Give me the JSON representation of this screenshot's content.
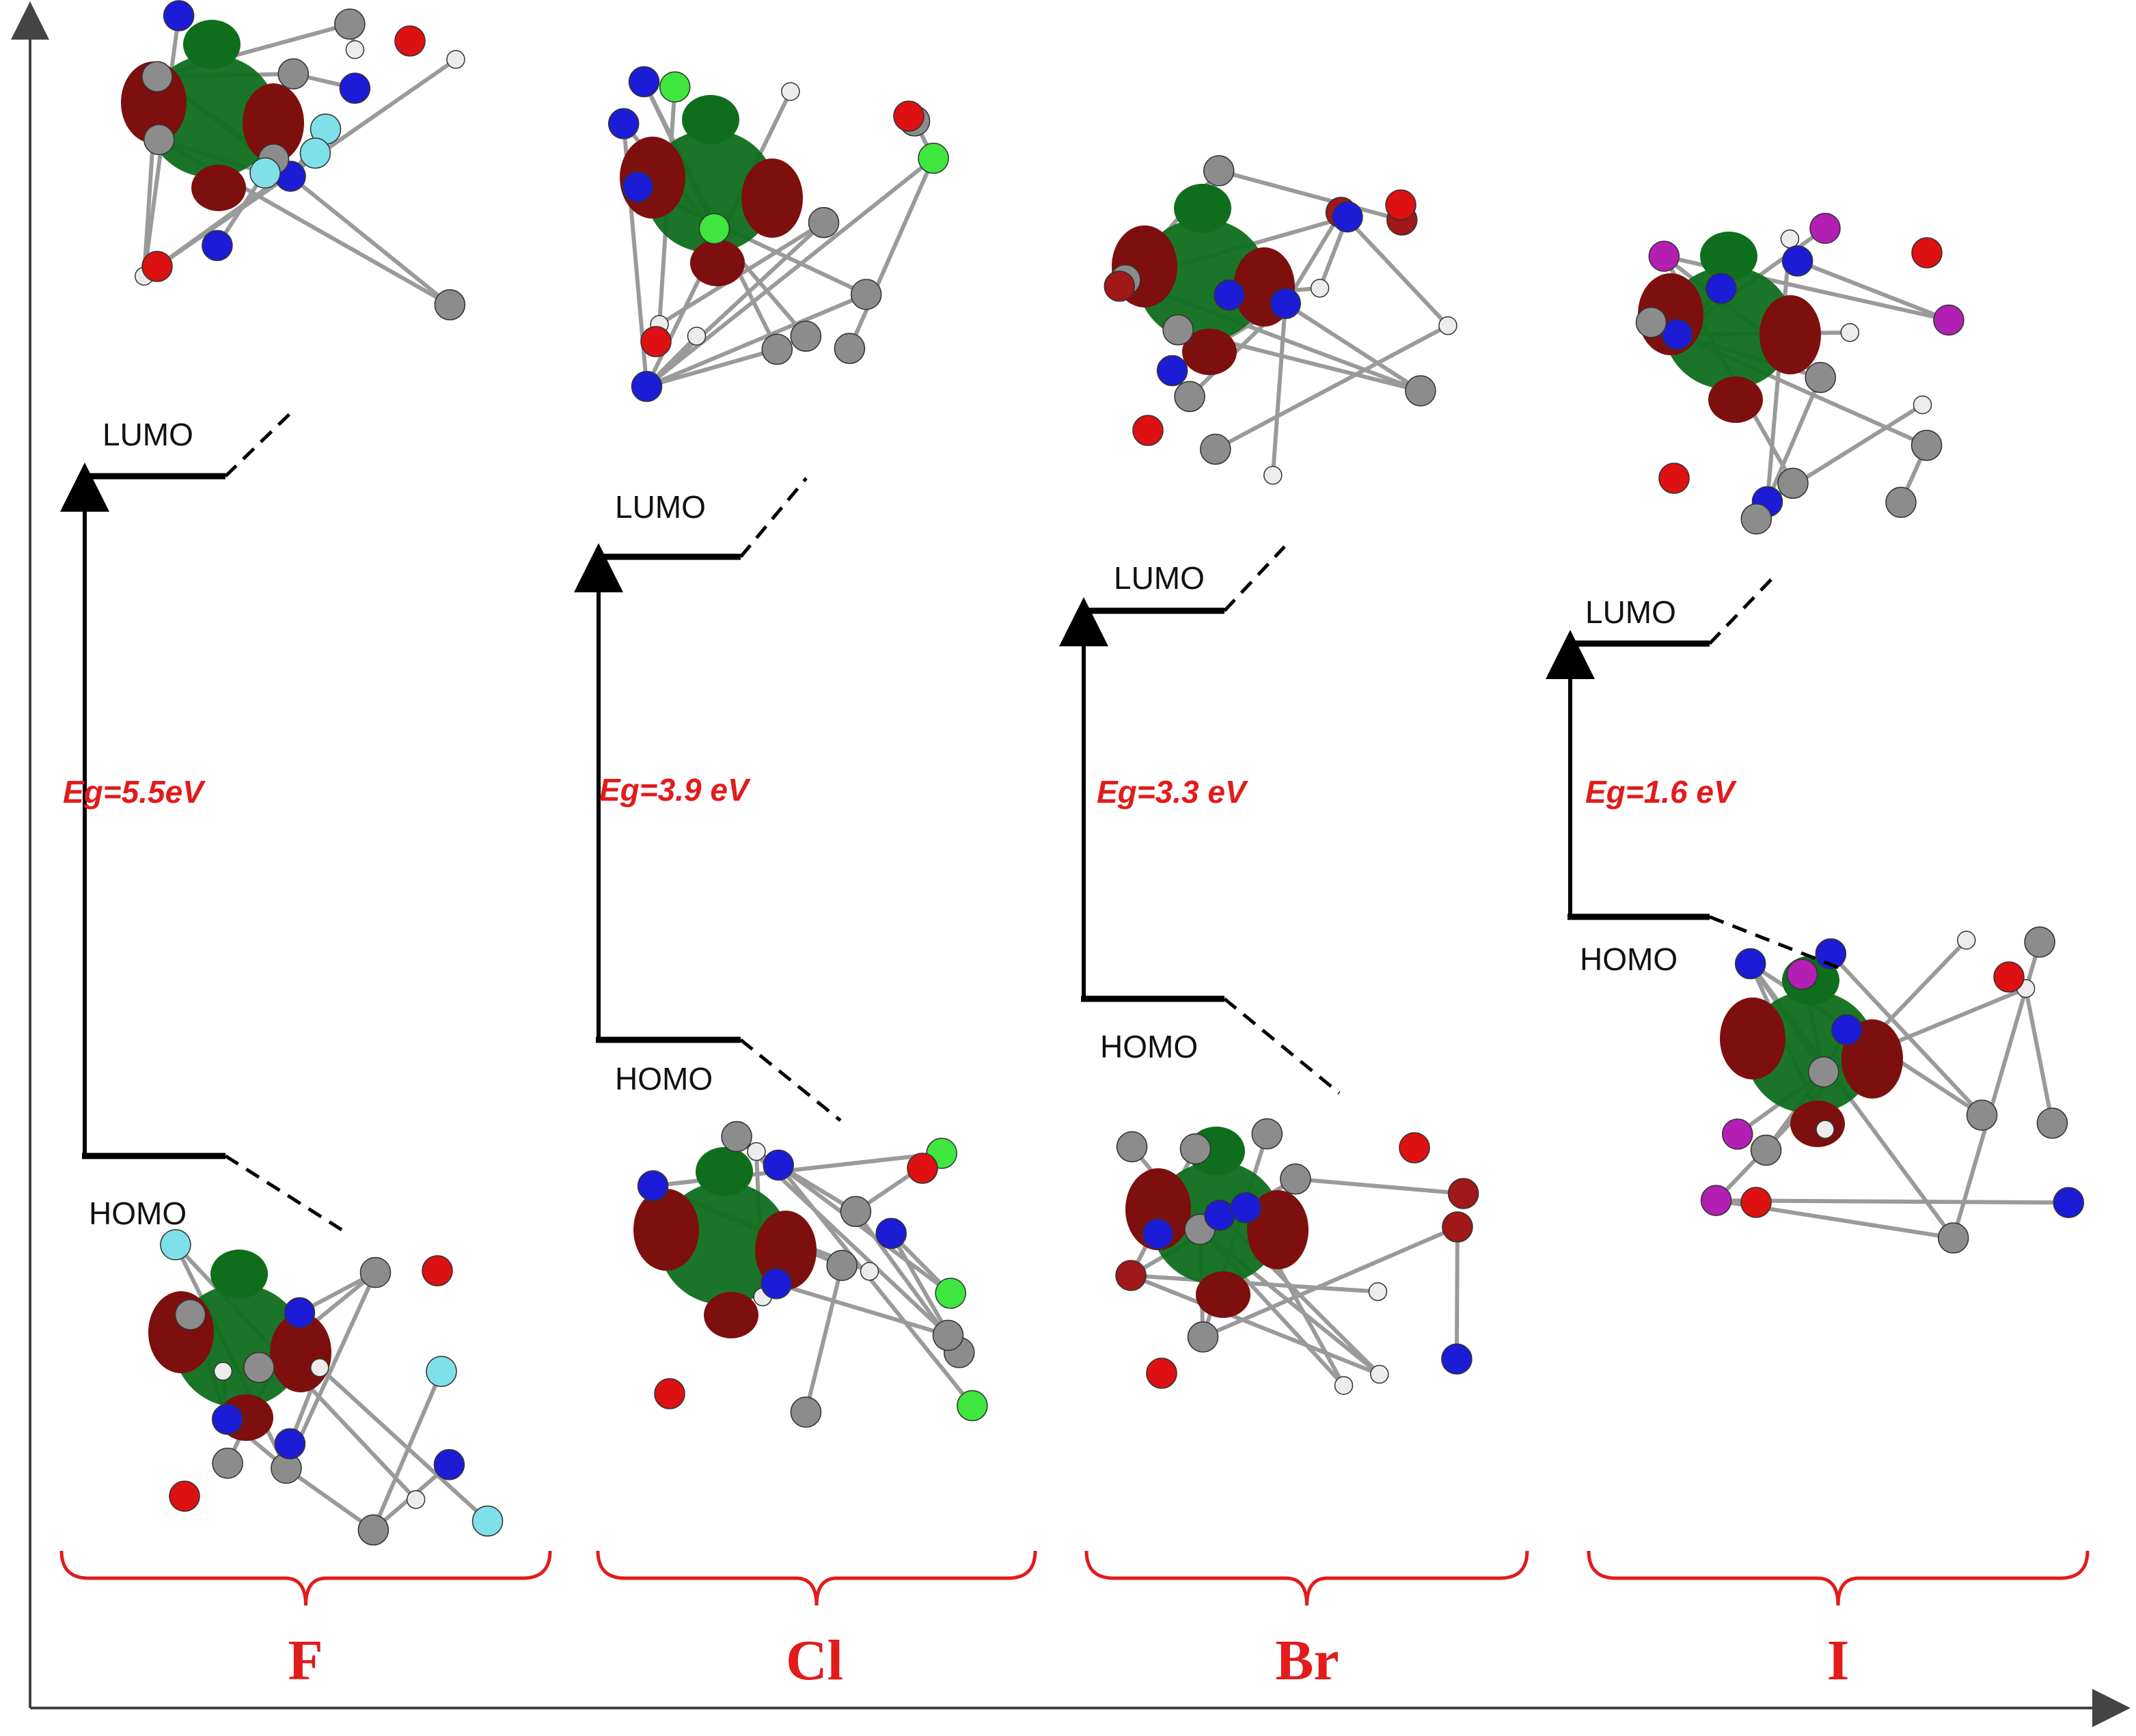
{
  "colors": {
    "level_line": "#000000",
    "eg_text": "#e21b1b",
    "brace": "#e21b1b",
    "group_text": "#e21b1b",
    "axis": "#444444",
    "lobe_red": "#7d0f0f",
    "lobe_green": "#0f6e1c",
    "atom_carbon": "#8c8c8c",
    "atom_nitrogen": "#1c1cd6",
    "atom_oxygen": "#dd1111",
    "atom_hydrogen": "#ececec",
    "atom_fluorine": "#7fe0ea",
    "atom_chlorine": "#3ee63e",
    "atom_bromine": "#a01818",
    "atom_iodine": "#b21fb2",
    "atom_metal": "#5e8c8c"
  },
  "panels": [
    {
      "group": "F",
      "lumo_label": "LUMO",
      "homo_label": "HOMO",
      "gap_label": "Eg=5.5eV",
      "gap_ev": 5.5,
      "halogen_atom": "fluorine"
    },
    {
      "group": "Cl",
      "lumo_label": "LUMO",
      "homo_label": "HOMO",
      "gap_label": "Eg=3.9 eV",
      "gap_ev": 3.9,
      "halogen_atom": "chlorine"
    },
    {
      "group": "Br",
      "lumo_label": "LUMO",
      "homo_label": "HOMO",
      "gap_label": "Eg=3.3 eV",
      "gap_ev": 3.3,
      "halogen_atom": "bromine"
    },
    {
      "group": "I",
      "lumo_label": "LUMO",
      "homo_label": "HOMO",
      "gap_label": "Eg=1.6 eV",
      "gap_ev": 1.6,
      "halogen_atom": "iodine"
    }
  ]
}
